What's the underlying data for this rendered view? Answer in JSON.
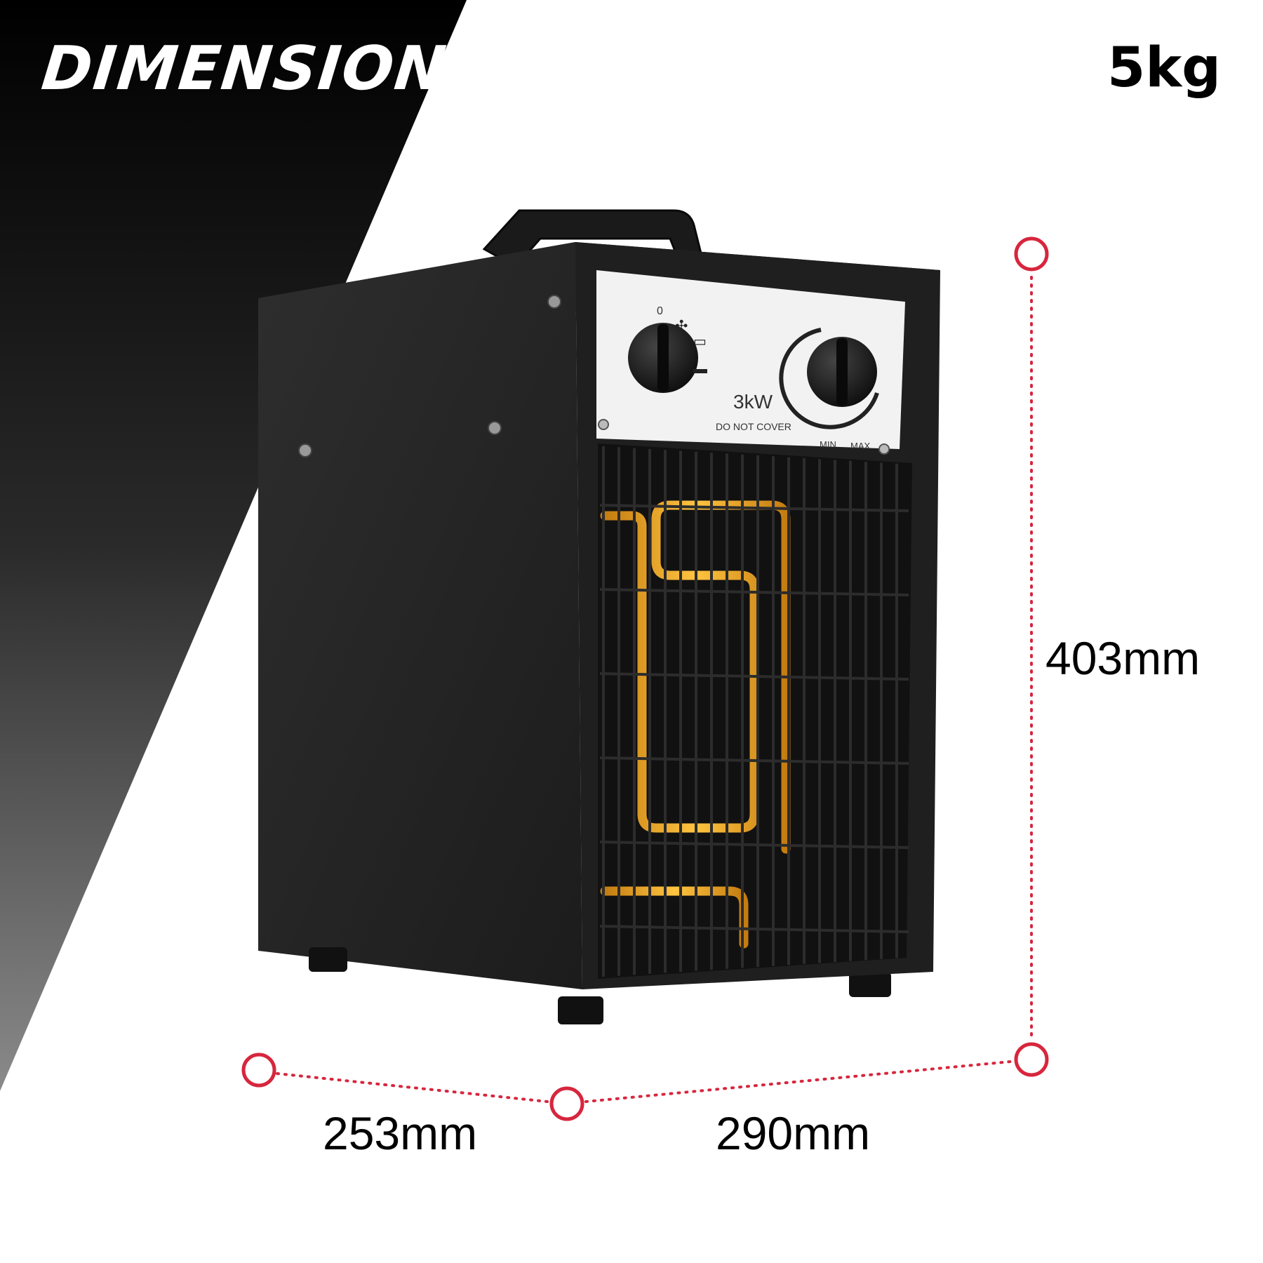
{
  "title": "DIMENSIONS",
  "weight": "5kg",
  "dimensions": {
    "height": "403mm",
    "depth": "253mm",
    "width": "290mm"
  },
  "heater": {
    "power": "3kW",
    "warning": "DO NOT COVER",
    "thermostat_min": "MIN",
    "thermostat_max": "MAX",
    "switch_off": "0"
  },
  "colors": {
    "accent": "#d7263d",
    "body": "#2a2a2a",
    "element": "#f0a81e"
  },
  "icons": [
    "fan-icon",
    "half-heat-icon",
    "full-heat-icon"
  ]
}
